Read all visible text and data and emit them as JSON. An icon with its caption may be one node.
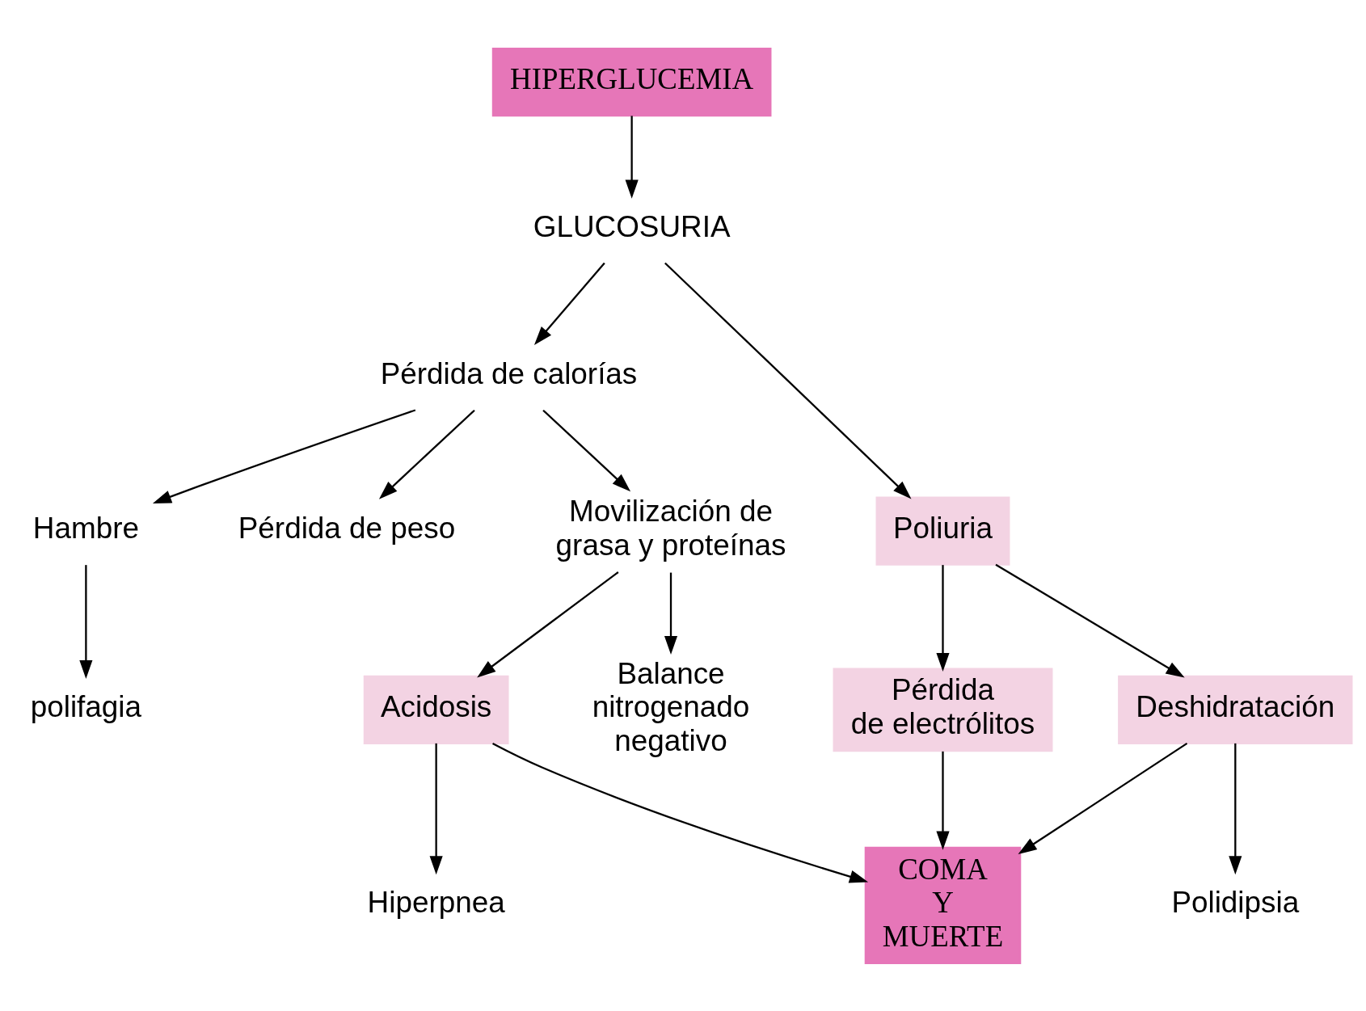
{
  "diagram": {
    "nodes": [
      {
        "text": [
          "HIPERGLUCEMIA"
        ]
      },
      {
        "text": [
          "GLUCOSURIA"
        ]
      },
      {
        "text": [
          "Pérdida de calorías"
        ]
      },
      {
        "text": [
          "Poliuria"
        ]
      },
      {
        "text": [
          "Hambre"
        ]
      },
      {
        "text": [
          "polifagia"
        ]
      },
      {
        "text": [
          "Pérdida de peso"
        ]
      },
      {
        "text": [
          "Movilización de grasa y proteínas"
        ]
      },
      {
        "text": [
          "Pérdida de electrólitos"
        ]
      },
      {
        "text": [
          "Deshidratación"
        ]
      },
      {
        "text": [
          "Acidosis"
        ]
      },
      {
        "text": [
          "Balance nitrogenado negativo"
        ]
      },
      {
        "text": [
          "Hiperpnea"
        ]
      },
      {
        "text": [
          "Polidipsia"
        ]
      },
      {
        "text": [
          "COMA Y MUERTE"
        ]
      }
    ],
    "edges": [
      {
        "from": 0,
        "to": 1,
        "arrow": "to"
      },
      {
        "from": 1,
        "to": 2,
        "arrow": "to"
      },
      {
        "from": 1,
        "to": 3,
        "arrow": "to"
      },
      {
        "from": 2,
        "to": 4,
        "arrow": "to"
      },
      {
        "from": 2,
        "to": 6,
        "arrow": "to"
      },
      {
        "from": 2,
        "to": 7,
        "arrow": "to"
      },
      {
        "from": 4,
        "to": 5,
        "arrow": "to"
      },
      {
        "from": 3,
        "to": 8,
        "arrow": "to"
      },
      {
        "from": 3,
        "to": 9,
        "arrow": "to"
      },
      {
        "from": 7,
        "to": 11,
        "arrow": "to"
      },
      {
        "from": 7,
        "to": 10,
        "arrow": "to"
      },
      {
        "from": 10,
        "to": 12,
        "arrow": "to"
      },
      {
        "from": 9,
        "to": 13,
        "arrow": "to"
      },
      {
        "from": 10,
        "to": 14,
        "arrow": "to"
      },
      {
        "from": 8,
        "to": 14,
        "arrow": "to"
      },
      {
        "from": 9,
        "to": 14,
        "arrow": "to"
      }
    ]
  }
}
